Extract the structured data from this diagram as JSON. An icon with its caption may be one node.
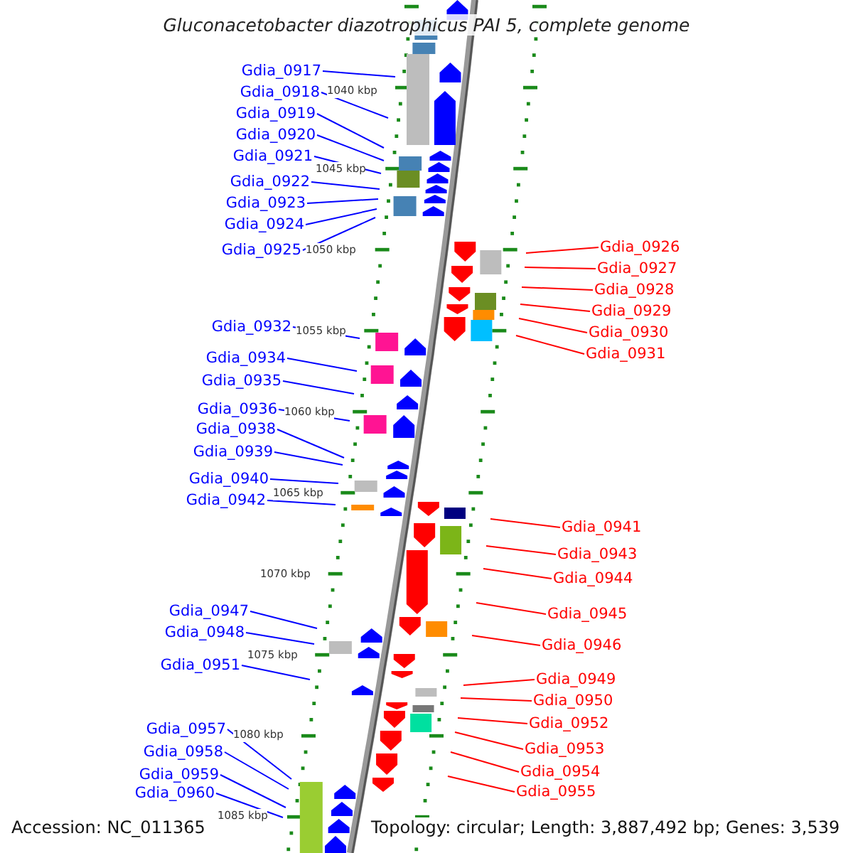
{
  "diagram": {
    "title": "Gluconacetobacter diazotrophicus PAI 5, complete genome",
    "nodes": [
      {
        "text": [
          "Gdia_0917"
        ]
      },
      {
        "text": [
          "Gdia_0918"
        ]
      },
      {
        "text": [
          "Gdia_0919"
        ]
      },
      {
        "text": [
          "Gdia_0920"
        ]
      },
      {
        "text": [
          "Gdia_0921"
        ]
      },
      {
        "text": [
          "Gdia_0922"
        ]
      },
      {
        "text": [
          "Gdia_0923"
        ]
      },
      {
        "text": [
          "Gdia_0924"
        ]
      },
      {
        "text": [
          "Gdia_0925"
        ]
      },
      {
        "text": [
          "Gdia_0932"
        ]
      },
      {
        "text": [
          "Gdia_0934"
        ]
      },
      {
        "text": [
          "Gdia_0935"
        ]
      },
      {
        "text": [
          "Gdia_0936"
        ]
      },
      {
        "text": [
          "Gdia_0938"
        ]
      },
      {
        "text": [
          "Gdia_0939"
        ]
      },
      {
        "text": [
          "Gdia_0940"
        ]
      },
      {
        "text": [
          "Gdia_0942"
        ]
      },
      {
        "text": [
          "Gdia_0947"
        ]
      },
      {
        "text": [
          "Gdia_0948"
        ]
      },
      {
        "text": [
          "Gdia_0951"
        ]
      },
      {
        "text": [
          "Gdia_0957"
        ]
      },
      {
        "text": [
          "Gdia_0958"
        ]
      },
      {
        "text": [
          "Gdia_0959"
        ]
      },
      {
        "text": [
          "Gdia_0960"
        ]
      },
      {
        "text": [
          "Gdia_0926"
        ]
      },
      {
        "text": [
          "Gdia_0927"
        ]
      },
      {
        "text": [
          "Gdia_0928"
        ]
      },
      {
        "text": [
          "Gdia_0929"
        ]
      },
      {
        "text": [
          "Gdia_0930"
        ]
      },
      {
        "text": [
          "Gdia_0931"
        ]
      },
      {
        "text": [
          "Gdia_0941"
        ]
      },
      {
        "text": [
          "Gdia_0943"
        ]
      },
      {
        "text": [
          "Gdia_0944"
        ]
      },
      {
        "text": [
          "Gdia_0945"
        ]
      },
      {
        "text": [
          "Gdia_0946"
        ]
      },
      {
        "text": [
          "Gdia_0949"
        ]
      },
      {
        "text": [
          "Gdia_0950"
        ]
      },
      {
        "text": [
          "Gdia_0952"
        ]
      },
      {
        "text": [
          "Gdia_0953"
        ]
      },
      {
        "text": [
          "Gdia_0954"
        ]
      },
      {
        "text": [
          "Gdia_0955"
        ]
      }
    ],
    "edges": [
      {
        "from": 0,
        "to": null,
        "arrow": "none"
      },
      {
        "from": 1,
        "to": null,
        "arrow": "none"
      },
      {
        "from": 2,
        "to": null,
        "arrow": "none"
      },
      {
        "from": 3,
        "to": null,
        "arrow": "none"
      },
      {
        "from": 4,
        "to": null,
        "arrow": "none"
      },
      {
        "from": 5,
        "to": null,
        "arrow": "none"
      },
      {
        "from": 6,
        "to": null,
        "arrow": "none"
      },
      {
        "from": 7,
        "to": null,
        "arrow": "none"
      },
      {
        "from": 8,
        "to": null,
        "arrow": "none"
      },
      {
        "from": 9,
        "to": null,
        "arrow": "none"
      },
      {
        "from": 10,
        "to": null,
        "arrow": "none"
      },
      {
        "from": 11,
        "to": null,
        "arrow": "none"
      },
      {
        "from": 12,
        "to": null,
        "arrow": "none"
      },
      {
        "from": 13,
        "to": null,
        "arrow": "none"
      },
      {
        "from": 14,
        "to": null,
        "arrow": "none"
      },
      {
        "from": 15,
        "to": null,
        "arrow": "none"
      },
      {
        "from": 16,
        "to": null,
        "arrow": "none"
      },
      {
        "from": 17,
        "to": null,
        "arrow": "none"
      },
      {
        "from": 18,
        "to": null,
        "arrow": "none"
      },
      {
        "from": 19,
        "to": null,
        "arrow": "none"
      },
      {
        "from": 20,
        "to": null,
        "arrow": "none"
      },
      {
        "from": 21,
        "to": null,
        "arrow": "none"
      },
      {
        "from": 22,
        "to": null,
        "arrow": "none"
      },
      {
        "from": 23,
        "to": null,
        "arrow": "none"
      },
      {
        "from": 24,
        "to": null,
        "arrow": "none",
        "color": "#ff0000"
      },
      {
        "from": 25,
        "to": null,
        "arrow": "none",
        "color": "#ff0000"
      },
      {
        "from": 26,
        "to": null,
        "arrow": "none",
        "color": "#ff0000"
      },
      {
        "from": 27,
        "to": null,
        "arrow": "none",
        "color": "#ff0000"
      },
      {
        "from": 28,
        "to": null,
        "arrow": "none",
        "color": "#ff0000"
      },
      {
        "from": 29,
        "to": null,
        "arrow": "none",
        "color": "#ff0000"
      },
      {
        "from": 30,
        "to": null,
        "arrow": "none",
        "color": "#ff0000"
      },
      {
        "from": 31,
        "to": null,
        "arrow": "none",
        "color": "#ff0000"
      },
      {
        "from": 32,
        "to": null,
        "arrow": "none",
        "color": "#ff0000"
      },
      {
        "from": 33,
        "to": null,
        "arrow": "none",
        "color": "#ff0000"
      },
      {
        "from": 34,
        "to": null,
        "arrow": "none",
        "color": "#ff0000"
      },
      {
        "from": 35,
        "to": null,
        "arrow": "none",
        "color": "#ff0000"
      },
      {
        "from": 36,
        "to": null,
        "arrow": "none",
        "color": "#ff0000"
      },
      {
        "from": 37,
        "to": null,
        "arrow": "none",
        "color": "#ff0000"
      },
      {
        "from": 38,
        "to": null,
        "arrow": "none",
        "color": "#ff0000"
      },
      {
        "from": 39,
        "to": null,
        "arrow": "none",
        "color": "#ff0000"
      },
      {
        "from": 40,
        "to": null,
        "arrow": "none",
        "color": "#ff0000"
      }
    ],
    "labels": [
      "1040 kbp",
      "1045 kbp",
      "1050 kbp",
      "1055 kbp",
      "1060 kbp",
      "1065 kbp",
      "1070 kbp",
      "1075 kbp",
      "1080 kbp",
      "1085 kbp",
      "Accession: NC_011365",
      "Topology: circular; Length: 3,887,492 bp; Genes: 3,539"
    ]
  }
}
